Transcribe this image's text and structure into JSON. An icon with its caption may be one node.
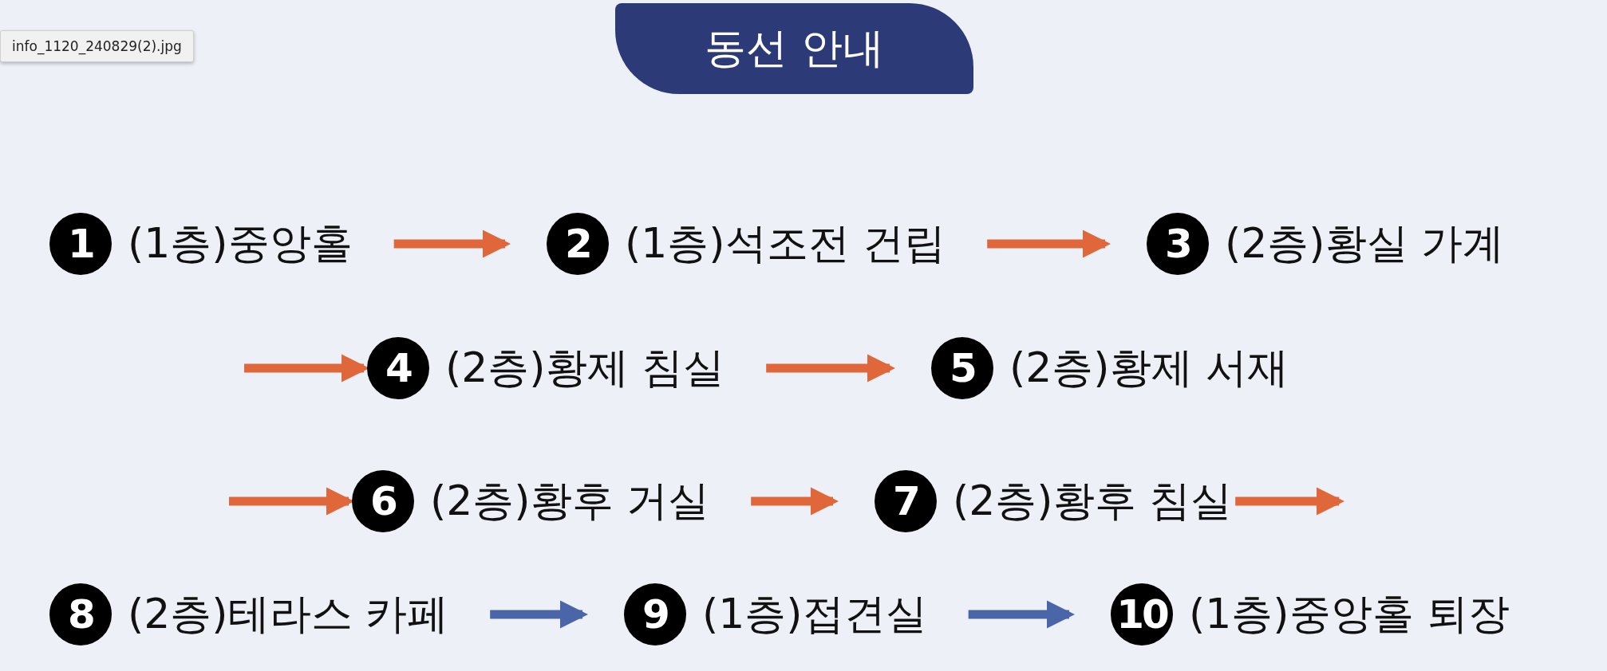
{
  "diagram": {
    "title": "동선 안내",
    "nodes": [
      {
        "text": [
          "1",
          "(1층)중앙홀"
        ]
      },
      {
        "text": [
          "2",
          "(1층)석조전 건립"
        ]
      },
      {
        "text": [
          "3",
          "(2층)황실 가계"
        ]
      },
      {
        "text": [
          "4",
          "(2층)황제 침실"
        ]
      },
      {
        "text": [
          "5",
          "(2층)황제 서재"
        ]
      },
      {
        "text": [
          "6",
          "(2층)황후 거실"
        ]
      },
      {
        "text": [
          "7",
          "(2층)황후 침실"
        ]
      },
      {
        "text": [
          "8",
          "(2층)테라스 카페"
        ]
      },
      {
        "text": [
          "9",
          "(1층)접견실"
        ]
      },
      {
        "text": [
          "10",
          "(1층)중앙홀 퇴장"
        ]
      }
    ],
    "edges": [
      {
        "from": 0,
        "to": 1,
        "arrow": "to"
      },
      {
        "from": 1,
        "to": 2,
        "arrow": "to"
      },
      {
        "from": null,
        "to": 3,
        "arrow": "to"
      },
      {
        "from": 3,
        "to": 4,
        "arrow": "to"
      },
      {
        "from": null,
        "to": 5,
        "arrow": "to"
      },
      {
        "from": 5,
        "to": 6,
        "arrow": "to"
      },
      {
        "from": 6,
        "to": null,
        "arrow": "to"
      },
      {
        "from": 7,
        "to": 8,
        "arrow": "to",
        "color": "#4a66a8"
      },
      {
        "from": 8,
        "to": 9,
        "arrow": "to",
        "color": "#4a66a8"
      }
    ],
    "labels": [
      "info_1120_240829(2).jpg"
    ]
  }
}
